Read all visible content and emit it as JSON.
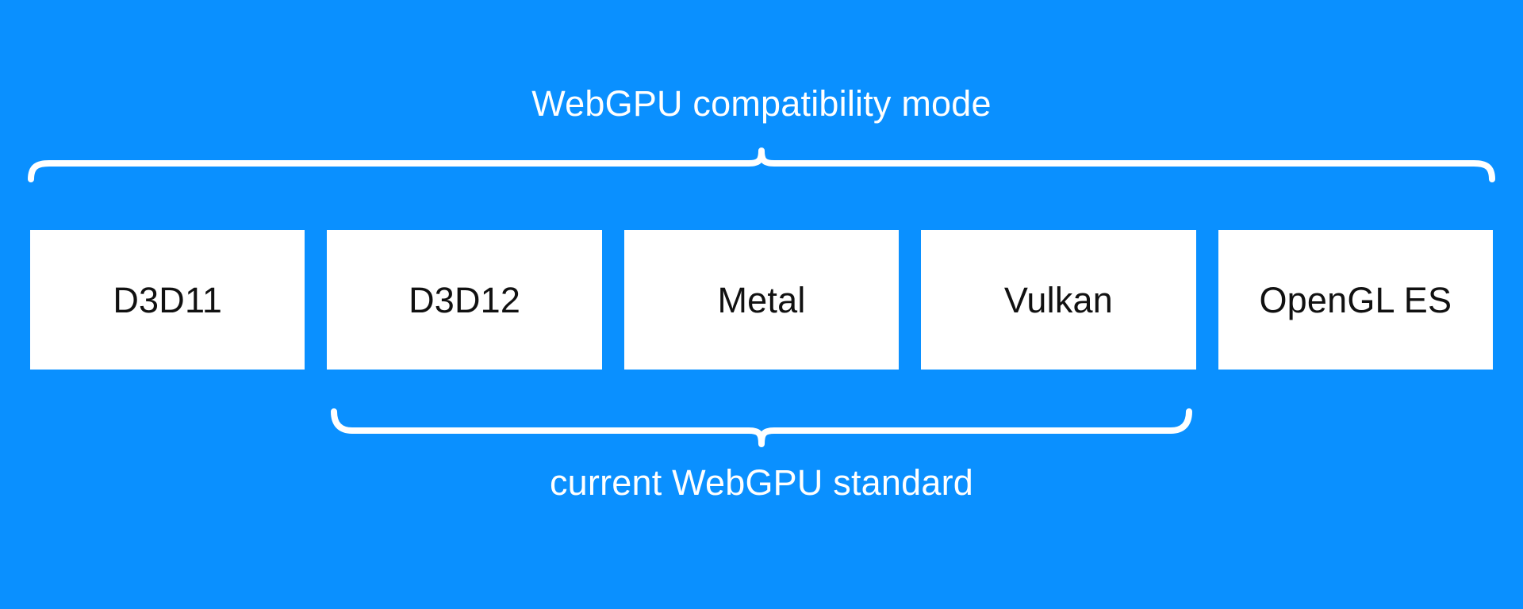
{
  "diagram": {
    "background_color": "#0a90ff",
    "box_fill_color": "#ffffff",
    "box_text_color": "#111111",
    "brace_color": "#ffffff",
    "label_color": "#ffffff",
    "top_brace": {
      "label": "WebGPU compatibility mode",
      "spans_items": [
        "D3D11",
        "D3D12",
        "Metal",
        "Vulkan",
        "OpenGL ES"
      ],
      "label_position": "above"
    },
    "bottom_brace": {
      "label": "current WebGPU standard",
      "spans_items": [
        "D3D12",
        "Metal",
        "Vulkan"
      ],
      "label_position": "below"
    },
    "boxes": [
      {
        "label": "D3D11"
      },
      {
        "label": "D3D12"
      },
      {
        "label": "Metal"
      },
      {
        "label": "Vulkan"
      },
      {
        "label": "OpenGL ES"
      }
    ]
  }
}
